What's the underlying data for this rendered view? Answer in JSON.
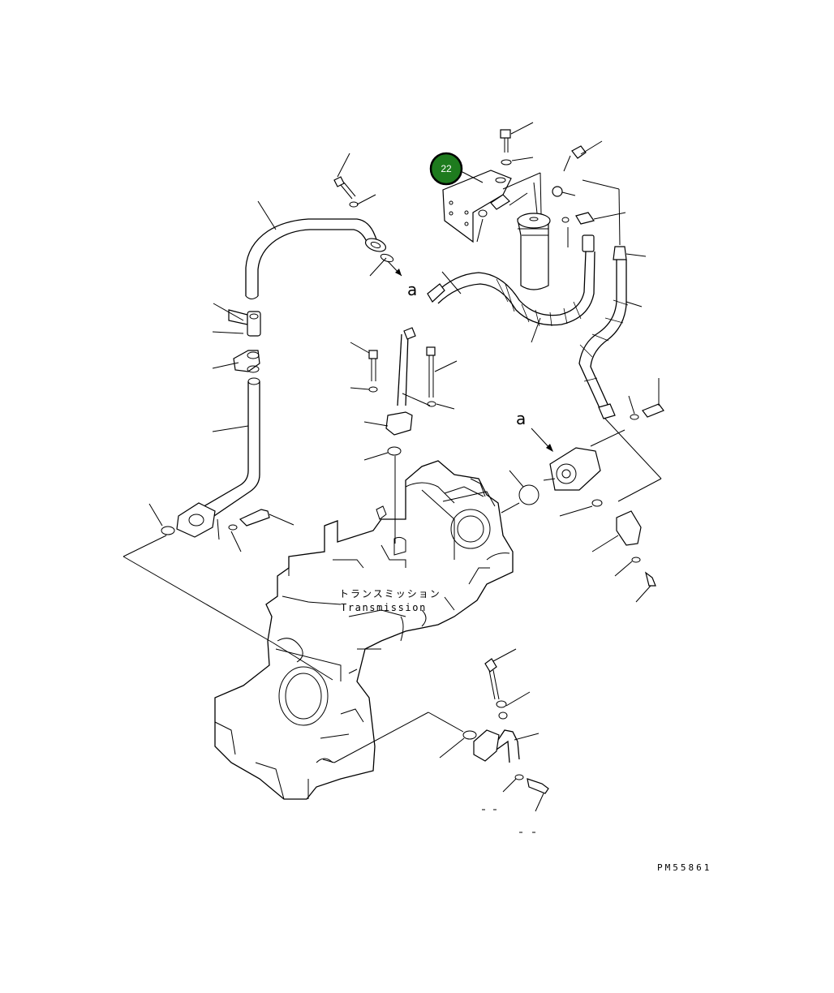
{
  "callout": {
    "number": "22",
    "color": "#1e7b1e",
    "ring_color": "#000000"
  },
  "labels": {
    "detail_a_upper": "a",
    "detail_a_lower": "a"
  },
  "component": {
    "name_jp": "トランスミッション",
    "name_en": "Transmission"
  },
  "drawing_number": "PM55861"
}
